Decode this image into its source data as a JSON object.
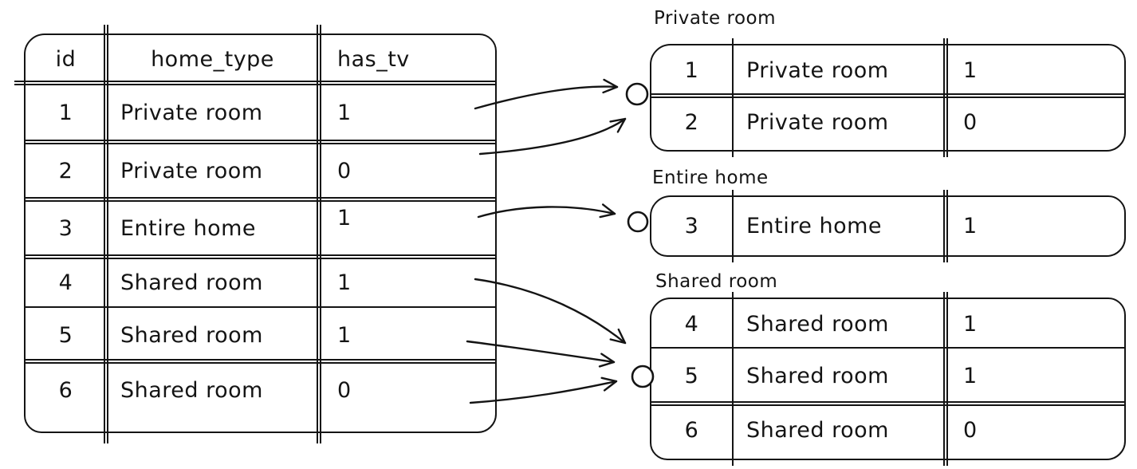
{
  "colors": {
    "ink": "#141414",
    "background": "#ffffff"
  },
  "source_table": {
    "columns": [
      "id",
      "home_type",
      "has_tv"
    ],
    "rows": [
      {
        "id": "1",
        "home_type": "Private room",
        "has_tv": "1"
      },
      {
        "id": "2",
        "home_type": "Private room",
        "has_tv": "0"
      },
      {
        "id": "3",
        "home_type": "Entire home",
        "has_tv": "1"
      },
      {
        "id": "4",
        "home_type": "Shared room",
        "has_tv": "1"
      },
      {
        "id": "5",
        "home_type": "Shared room",
        "has_tv": "1"
      },
      {
        "id": "6",
        "home_type": "Shared room",
        "has_tv": "0"
      }
    ]
  },
  "groups": [
    {
      "label": "Private room",
      "rows": [
        {
          "id": "1",
          "home_type": "Private room",
          "has_tv": "1"
        },
        {
          "id": "2",
          "home_type": "Private room",
          "has_tv": "0"
        }
      ]
    },
    {
      "label": "Entire home",
      "rows": [
        {
          "id": "3",
          "home_type": "Entire home",
          "has_tv": "1"
        }
      ]
    },
    {
      "label": "Shared room",
      "rows": [
        {
          "id": "4",
          "home_type": "Shared room",
          "has_tv": "1"
        },
        {
          "id": "5",
          "home_type": "Shared room",
          "has_tv": "1"
        },
        {
          "id": "6",
          "home_type": "Shared room",
          "has_tv": "0"
        }
      ]
    }
  ],
  "arrows": [
    {
      "from_row_id": "1",
      "to_group": "Private room"
    },
    {
      "from_row_id": "2",
      "to_group": "Private room"
    },
    {
      "from_row_id": "3",
      "to_group": "Entire home"
    },
    {
      "from_row_id": "4",
      "to_group": "Shared room"
    },
    {
      "from_row_id": "5",
      "to_group": "Shared room"
    },
    {
      "from_row_id": "6",
      "to_group": "Shared room"
    }
  ]
}
